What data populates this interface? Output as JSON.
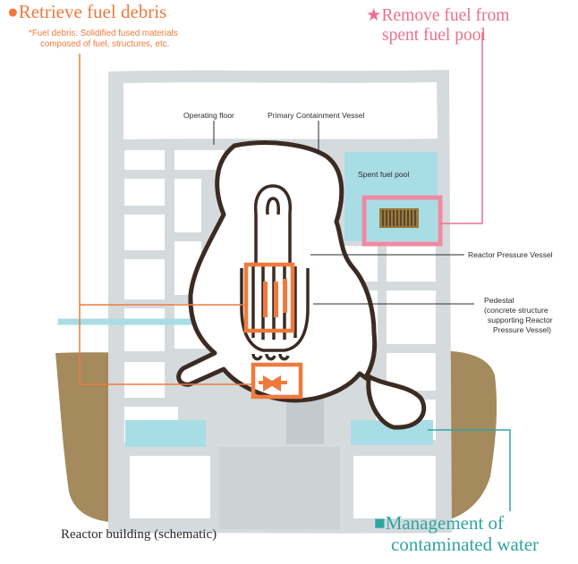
{
  "headings": {
    "debris": {
      "marker": "●",
      "text": "Retrieve fuel debris"
    },
    "debris_note": [
      "*Fuel debris: Solidified fused materials",
      "composed of fuel, structures, etc."
    ],
    "pool": {
      "marker": "★",
      "lines": [
        "Remove fuel from",
        "spent fuel pool"
      ]
    },
    "water": {
      "marker": "■",
      "lines": [
        "Management of",
        "contaminated water"
      ]
    }
  },
  "labels": {
    "operating_floor": "Operating floor",
    "pcv": "Primary Containment Vessel",
    "spent_fuel_pool": "Spent fuel pool",
    "rpv": "Reactor Pressure Vessel",
    "pedestal": [
      "Pedestal",
      "(concrete structure",
      "supporting Reactor",
      "Pressure Vessel)"
    ]
  },
  "caption": "Reactor building (schematic)",
  "colors": {
    "orange": "#f07a3c",
    "pink": "#ee6f8d",
    "teal": "#2fa5a1",
    "building": "#d5dadd",
    "water": "#a9dde5",
    "ground": "#a48a5d",
    "outline": "#3b2b22",
    "fuel": "#9a7a3c"
  }
}
